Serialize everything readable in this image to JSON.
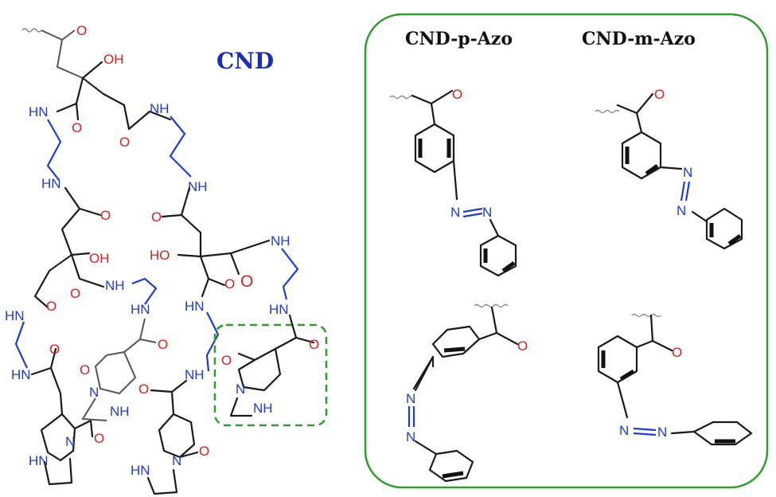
{
  "cnd_label": "CND",
  "panel": {
    "p_azo_title": "CND-p-Azo",
    "m_azo_title": "CND-m-Azo"
  },
  "atoms": {
    "O": "O",
    "OH": "OH",
    "HO": "HO",
    "NH": "NH",
    "HN": "HN",
    "N": "N"
  },
  "colors": {
    "nitrogen": "#1f3bd6",
    "oxygen": "#d42020",
    "title": "#1b2fb5",
    "panel_border": "#2e9e2e",
    "highlight_border": "#2e9e2e"
  }
}
